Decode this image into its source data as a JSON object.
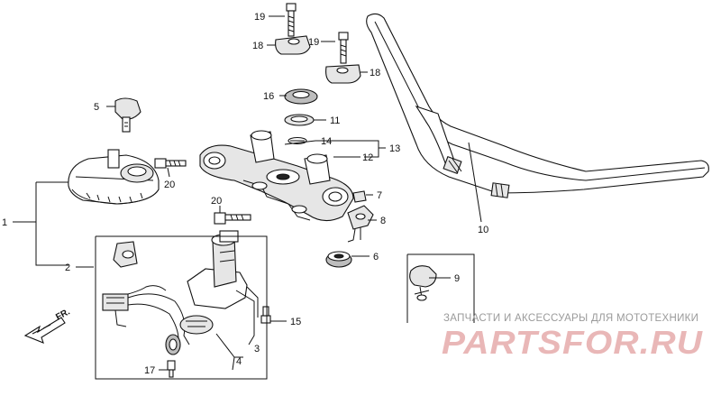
{
  "callouts": {
    "c1": "1",
    "c2": "2",
    "c3": "3",
    "c4": "4",
    "c5": "5",
    "c6": "6",
    "c7": "7",
    "c8": "8",
    "c9": "9",
    "c10": "10",
    "c11": "11",
    "c12": "12",
    "c13": "13",
    "c14": "14",
    "c15": "15",
    "c16": "16",
    "c17": "17",
    "c18a": "18",
    "c18b": "18",
    "c19a": "19",
    "c19b": "19",
    "c20a": "20",
    "c20b": "20"
  },
  "front_marker": "FR.",
  "watermark": {
    "caption": "ЗАПЧАСТИ И АКСЕССУАРЫ ДЛЯ МОТОТЕХНИКИ",
    "brand": "PARTSFOR.RU"
  },
  "colors": {
    "line": "#111111",
    "watermark_brand": "#e9b7b7",
    "watermark_caption": "#9a9a9a"
  }
}
